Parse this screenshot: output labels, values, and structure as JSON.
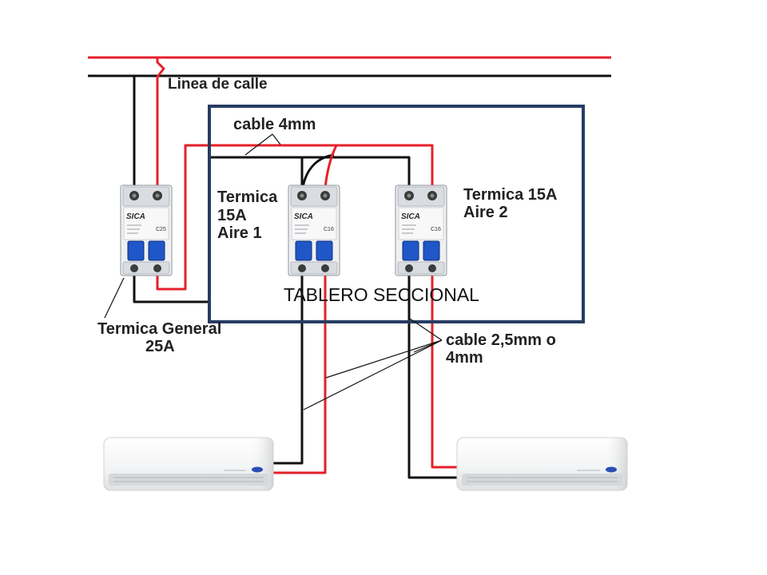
{
  "street_line": {
    "label": "Linea de calle"
  },
  "cables": {
    "main_label": "cable 4mm",
    "branch_label_line1": "cable 2,5mm o",
    "branch_label_line2": "4mm"
  },
  "panel": {
    "title": "TABLERO SECCIONAL"
  },
  "breakers": [
    {
      "label_lines": [
        "Termica General",
        "25A"
      ],
      "brand": "SICA",
      "rating": "C25"
    },
    {
      "label_lines": [
        "Termica",
        "15A",
        "Aire 1"
      ],
      "brand": "SICA",
      "rating": "C16"
    },
    {
      "label_lines": [
        "Termica 15A",
        "Aire 2"
      ],
      "brand": "SICA",
      "rating": "C16"
    }
  ],
  "colors": {
    "live_wire": "#e4202a",
    "neutral_wire": "#111111",
    "panel_border": "#263c63",
    "breaker_lever": "#1f56c8"
  }
}
